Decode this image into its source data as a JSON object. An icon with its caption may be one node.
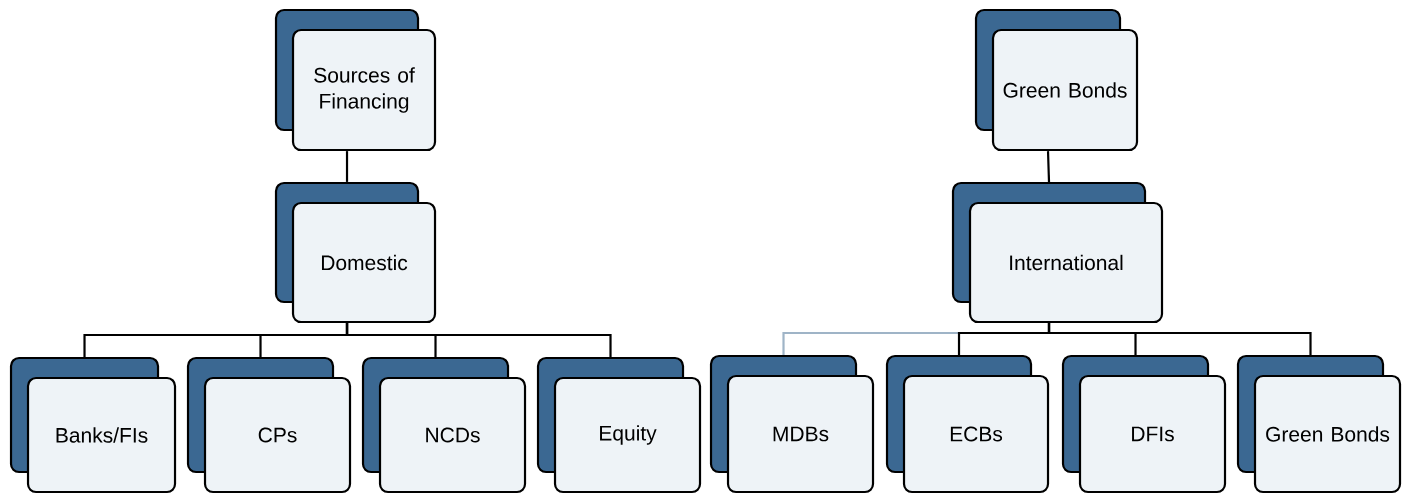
{
  "diagram": {
    "nodes": [
      {
        "text": [
          "Sources of Financing"
        ]
      },
      {
        "text": [
          "Domestic"
        ]
      },
      {
        "text": [
          "Banks/FIs"
        ]
      },
      {
        "text": [
          "CPs"
        ]
      },
      {
        "text": [
          "NCDs"
        ]
      },
      {
        "text": [
          "Equity"
        ]
      },
      {
        "text": [
          "Green Bonds"
        ]
      },
      {
        "text": [
          "International"
        ]
      },
      {
        "text": [
          "MDBs"
        ]
      },
      {
        "text": [
          "ECBs"
        ]
      },
      {
        "text": [
          "DFIs"
        ]
      },
      {
        "text": [
          "Green Bonds"
        ]
      }
    ],
    "edges": [
      {
        "from": 0,
        "to": 1,
        "arrow": "none"
      },
      {
        "from": 1,
        "to": 2,
        "arrow": "none"
      },
      {
        "from": 1,
        "to": 3,
        "arrow": "none"
      },
      {
        "from": 1,
        "to": 4,
        "arrow": "none"
      },
      {
        "from": 1,
        "to": 5,
        "arrow": "none"
      },
      {
        "from": 6,
        "to": 7,
        "arrow": "none"
      },
      {
        "from": 7,
        "to": 8,
        "arrow": "none",
        "color": "#9fb4c7"
      },
      {
        "from": 7,
        "to": 9,
        "arrow": "none"
      },
      {
        "from": 7,
        "to": 10,
        "arrow": "none"
      },
      {
        "from": 7,
        "to": 11,
        "arrow": "none"
      }
    ]
  }
}
